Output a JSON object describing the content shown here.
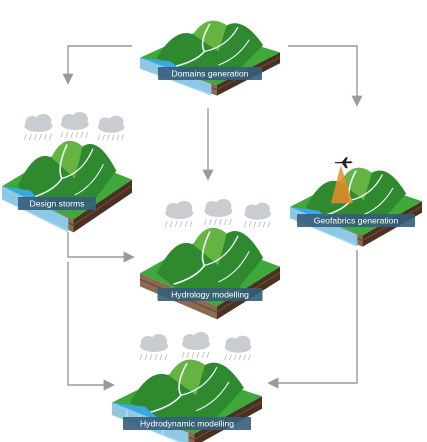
{
  "diagram": {
    "blocks": [
      {
        "id": "domains",
        "label": "Domains generation",
        "has_clouds": false,
        "has_water": true,
        "has_plane": false
      },
      {
        "id": "storms",
        "label": "Design storms",
        "has_clouds": true,
        "has_water": true,
        "has_plane": false
      },
      {
        "id": "geofabrics",
        "label": "Geofabrics generation",
        "has_clouds": false,
        "has_water": true,
        "has_plane": true
      },
      {
        "id": "hydrology",
        "label": "Hydrology modelling",
        "has_clouds": true,
        "has_water": false,
        "has_plane": false
      },
      {
        "id": "hydrodynamic",
        "label": "Hydrodynamic modelling",
        "has_clouds": true,
        "has_water": true,
        "has_plane": false
      }
    ],
    "arrows": [
      {
        "from": "domains",
        "to": "storms"
      },
      {
        "from": "domains",
        "to": "hydrology"
      },
      {
        "from": "domains",
        "to": "geofabrics"
      },
      {
        "from": "storms",
        "to": "hydrology"
      },
      {
        "from": "storms",
        "to": "hydrodynamic"
      },
      {
        "from": "geofabrics",
        "to": "hydrodynamic"
      }
    ],
    "colors": {
      "grass_dark": "#2f8a2f",
      "grass": "#3fa83a",
      "grass_light": "#7cc64a",
      "soil": "#6b4a33",
      "soil_dark": "#4a3222",
      "soil_side": "#8a6a52",
      "water": "#37a9e0",
      "water_light": "#8fd3f4",
      "label_bg": "#355d7a",
      "arrow": "#9a9a9a",
      "cloud": "#c9ccd0",
      "rain": "#b5b9be"
    }
  }
}
